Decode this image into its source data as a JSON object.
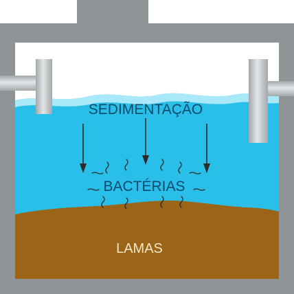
{
  "labels": {
    "sedimentation": "SEDIMENTAÇÃO",
    "bacteria": "BACTÉRIAS",
    "sludge": "LAMAS"
  },
  "colors": {
    "tank_wall": "#8f9496",
    "tank_wall_dark": "#7c8183",
    "water": "#29bfe8",
    "water_highlight": "#bfeefb",
    "sludge": "#9b6417",
    "sludge_text": "#f3e6c8",
    "label_text": "#0d4a6b",
    "arrow": "#2b2b2b",
    "pipe": "#c9cdcf",
    "pipe_shade": "#a3a8aa"
  },
  "icons": {
    "arrows": "down-arrow-icon",
    "bacteria_marks": "squiggle-icon"
  }
}
